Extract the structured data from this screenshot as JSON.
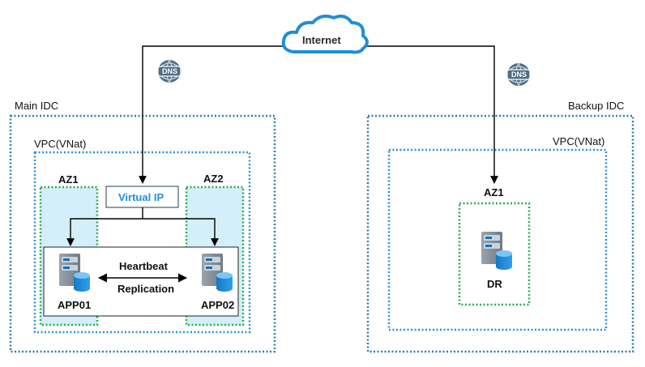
{
  "internet": {
    "label": "Internet"
  },
  "dns": {
    "left_label": "DNS",
    "right_label": "DNS"
  },
  "main_idc": {
    "label": "Main IDC",
    "vpc_label": "VPC(VNat)",
    "az1_label": "AZ1",
    "az2_label": "AZ2",
    "virtual_ip_label": "Virtual IP",
    "heartbeat_label": "Heartbeat",
    "replication_label": "Replication",
    "app01_label": "APP01",
    "app02_label": "APP02"
  },
  "backup_idc": {
    "label": "Backup IDC",
    "vpc_label": "VPC(VNat)",
    "az1_label": "AZ1",
    "dr_label": "DR"
  },
  "colors": {
    "idc_border": "#2e7fa8",
    "vpc_border": "#2f8fd8",
    "az_border": "#27ae4f",
    "az_fill": "#d4eefa",
    "accent": "#1f8fd8",
    "cloud": "#1f8fd8",
    "line": "#000000"
  },
  "icons": [
    "cloud-icon",
    "dns-icon",
    "server-icon",
    "database-icon"
  ]
}
